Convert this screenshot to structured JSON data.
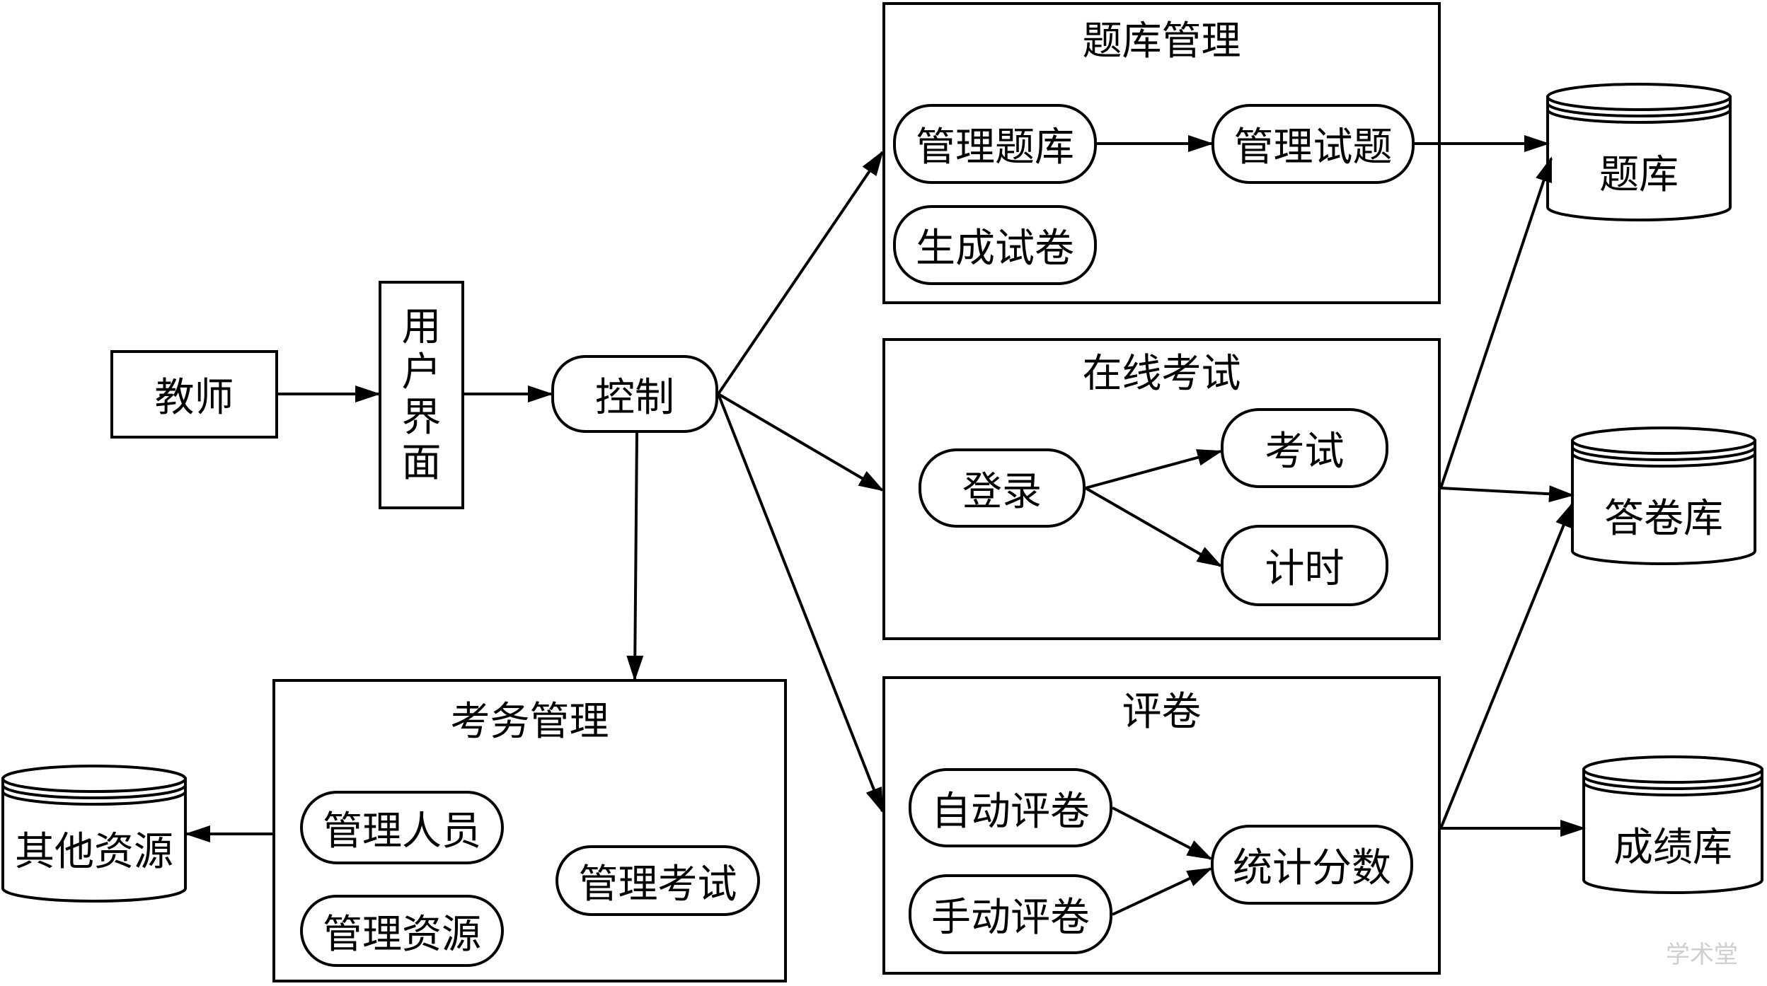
{
  "nodes": {
    "teacher": "教师",
    "user_interface": "用户界面",
    "control": "控制"
  },
  "groups": {
    "question_bank_management": {
      "title": "题库管理",
      "items": [
        "管理题库",
        "管理试题",
        "生成试卷"
      ]
    },
    "online_exam": {
      "title": "在线考试",
      "items": [
        "登录",
        "考试",
        "计时"
      ]
    },
    "marking": {
      "title": "评卷",
      "items": [
        "自动评卷",
        "手动评卷",
        "统计分数"
      ]
    },
    "exam_affairs_management": {
      "title": "考务管理",
      "items": [
        "管理人员",
        "管理资源",
        "管理考试"
      ]
    }
  },
  "databases": {
    "question_bank": "题库",
    "answer_sheets": "答卷库",
    "scores": "成绩库",
    "other_resources": "其他资源"
  },
  "watermark": "学术堂"
}
